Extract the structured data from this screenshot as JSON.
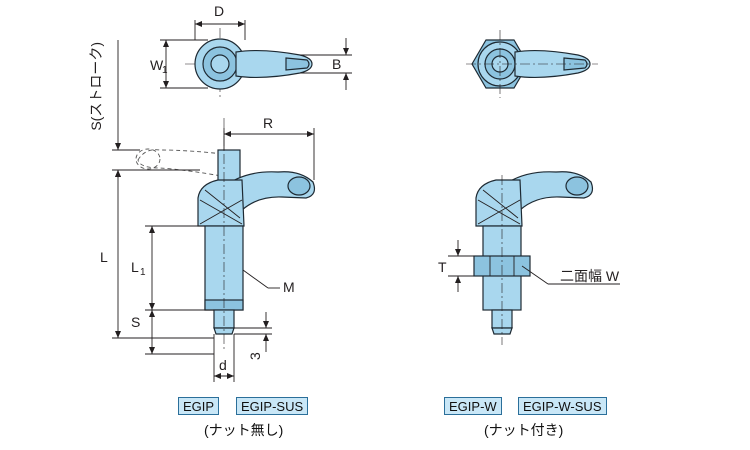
{
  "colors": {
    "part": "#a9d7ee",
    "badge_bg": "#c9e7f7",
    "badge_border": "#2b6f9a"
  },
  "left": {
    "models": [
      "EGIP",
      "EGIP-SUS"
    ],
    "caption": "(ナット無し)",
    "dims": {
      "D": "D",
      "W1": "W",
      "W1_sub": "1",
      "B": "B",
      "S_stroke": "S(ストローク)",
      "R": "R",
      "L": "L",
      "L1": "L",
      "L1_sub": "1",
      "M": "M",
      "S": "S",
      "d": "d",
      "three": "3"
    }
  },
  "right": {
    "models": [
      "EGIP-W",
      "EGIP-W-SUS"
    ],
    "caption": "(ナット付き)",
    "dims": {
      "T": "T",
      "width": "二面幅 W"
    }
  }
}
